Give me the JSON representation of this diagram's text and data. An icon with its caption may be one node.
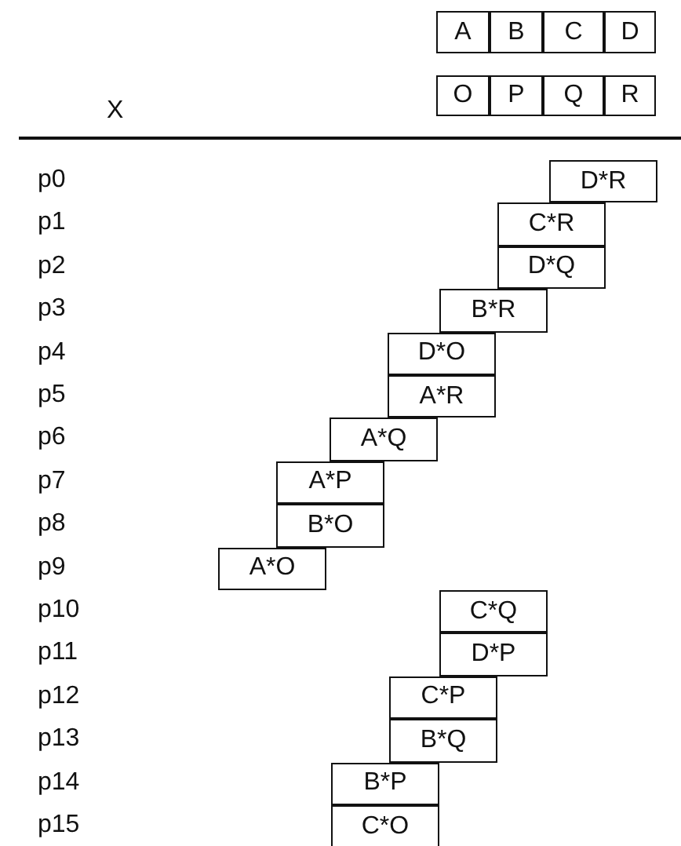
{
  "diagram": {
    "nodes": [
      {
        "text": [
          "A"
        ]
      },
      {
        "text": [
          "B"
        ]
      },
      {
        "text": [
          "C"
        ]
      },
      {
        "text": [
          "D"
        ]
      },
      {
        "text": [
          "O"
        ]
      },
      {
        "text": [
          "P"
        ]
      },
      {
        "text": [
          "Q"
        ]
      },
      {
        "text": [
          "R"
        ]
      },
      {
        "text": [
          "D*R"
        ]
      },
      {
        "text": [
          "C*R"
        ]
      },
      {
        "text": [
          "D*Q"
        ]
      },
      {
        "text": [
          "B*R"
        ]
      },
      {
        "text": [
          "D*O"
        ]
      },
      {
        "text": [
          "A*R"
        ]
      },
      {
        "text": [
          "A*Q"
        ]
      },
      {
        "text": [
          "A*P"
        ]
      },
      {
        "text": [
          "B*O"
        ]
      },
      {
        "text": [
          "A*O"
        ]
      },
      {
        "text": [
          "C*Q"
        ]
      },
      {
        "text": [
          "D*P"
        ]
      },
      {
        "text": [
          "C*P"
        ]
      },
      {
        "text": [
          "B*Q"
        ]
      },
      {
        "text": [
          "B*P"
        ]
      },
      {
        "text": [
          "C*O"
        ]
      }
    ],
    "labels": [
      "X",
      "p0",
      "p1",
      "p2",
      "p3",
      "p4",
      "p5",
      "p6",
      "p7",
      "p8",
      "p9",
      "p10",
      "p11",
      "p12",
      "p13",
      "p14",
      "p15"
    ]
  }
}
